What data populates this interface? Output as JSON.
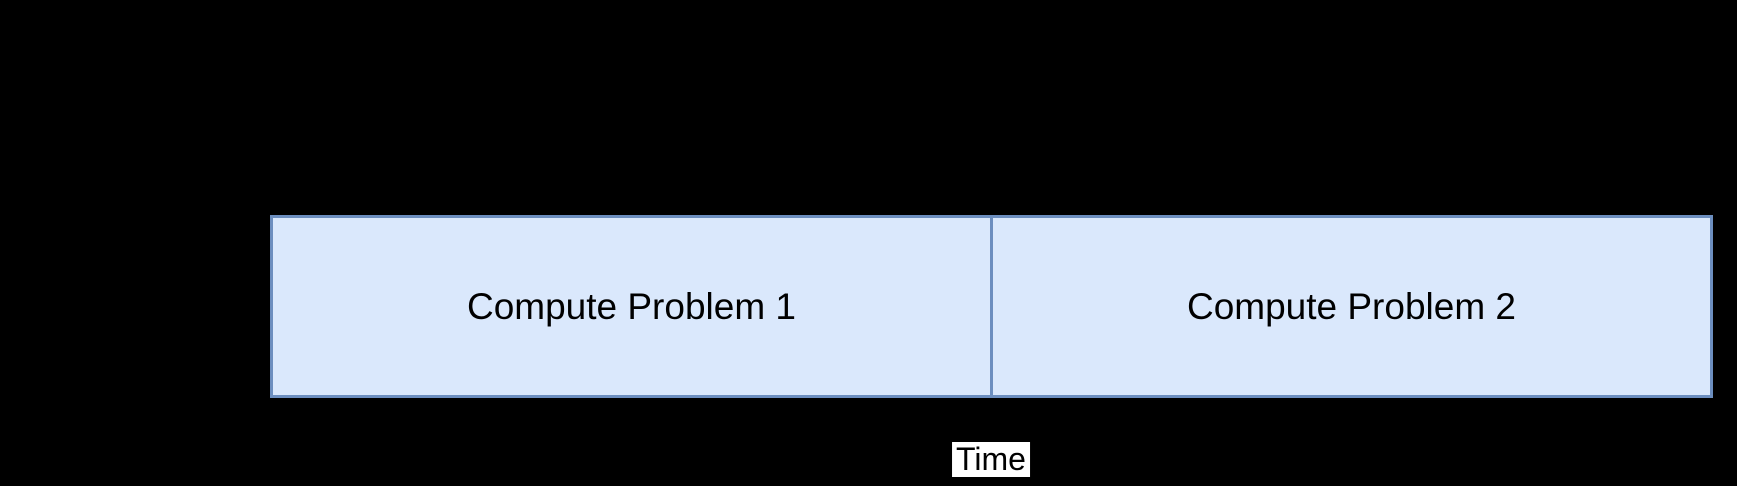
{
  "diagram": {
    "background_color": "#000000",
    "boxes": [
      {
        "label": "Compute Problem 1"
      },
      {
        "label": "Compute Problem 2"
      }
    ],
    "axis_label": "Time",
    "colors": {
      "box_fill": "#dae8fc",
      "box_border": "#6c8ebf",
      "text": "#000000",
      "axis_label_bg": "#ffffff"
    }
  }
}
